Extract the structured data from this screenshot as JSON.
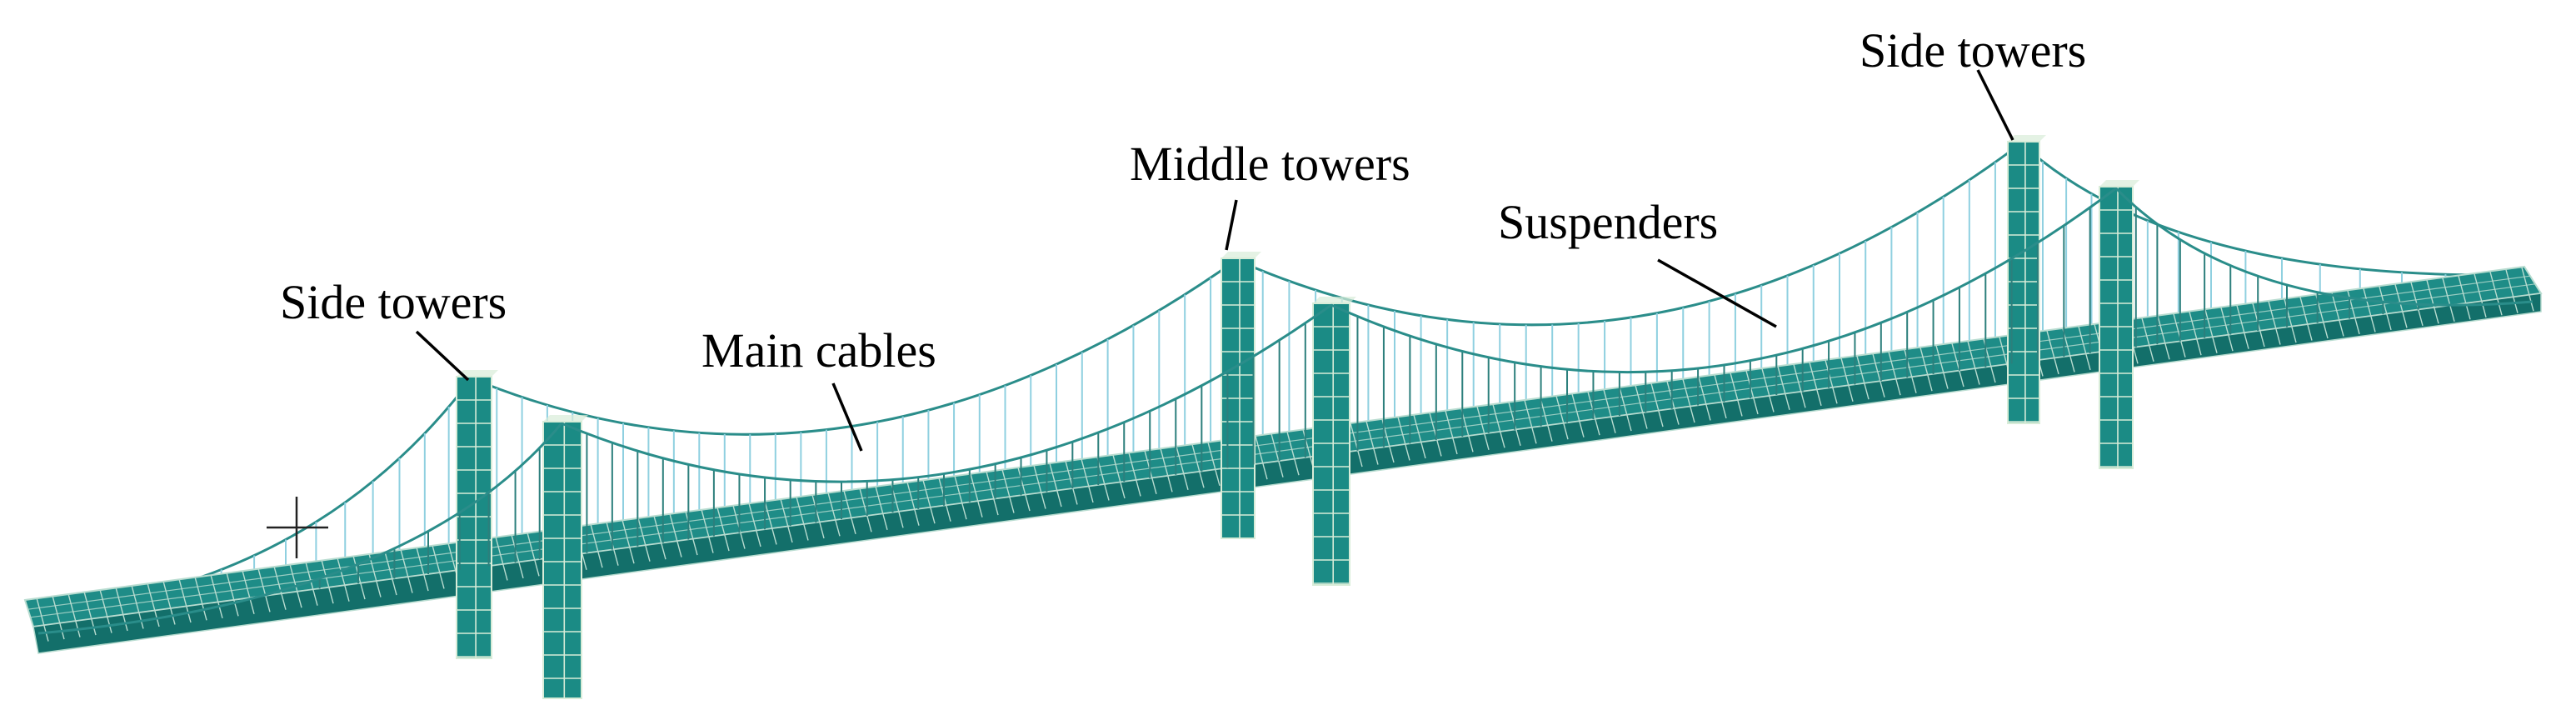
{
  "labels": {
    "side_towers_left": "Side towers",
    "main_cables": "Main cables",
    "middle_towers": "Middle towers",
    "suspenders": "Suspenders",
    "side_towers_right": "Side towers"
  },
  "colors": {
    "deck": "#1e8c87",
    "deck_dark": "#136f6a",
    "deck_edge": "#b8dcd0",
    "tower": "#1b8b85",
    "tower_line": "#d8ecd8",
    "cable": "#2a8d8a",
    "suspender_front": "#2c7f7c",
    "suspender_back": "#8fd0e0",
    "text": "#000000"
  },
  "icons": [
    "crosshair-cursor-icon"
  ]
}
